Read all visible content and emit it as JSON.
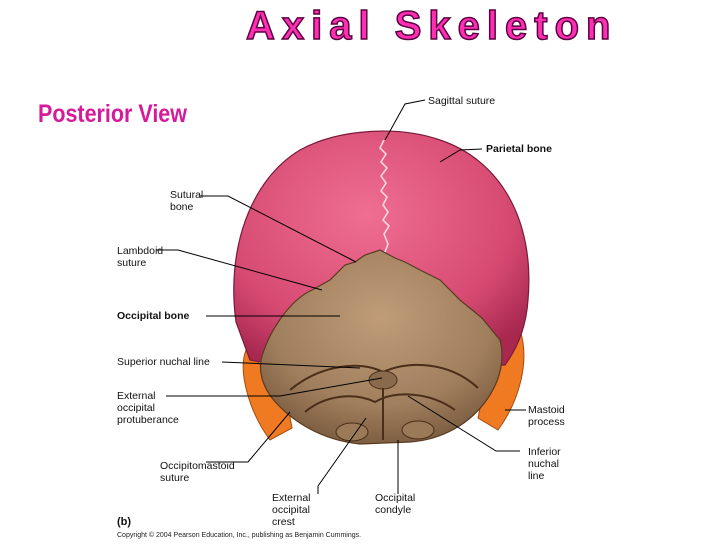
{
  "title": "Axial Skeleton",
  "subtitle": "Posterior View",
  "panel_letter": "(b)",
  "copyright": "Copyright © 2004 Pearson Education, Inc., publishing as Benjamin Cummings.",
  "colors": {
    "title": "#ff2fb4",
    "subtitle": "#d61a99",
    "parietal": "#d64a72",
    "occipital": "#a07f5e",
    "mastoid": "#f07a22"
  },
  "labels": {
    "sagittal_suture": "Sagittal suture",
    "parietal_bone": "Parietal bone",
    "sutural_bone": "Sutural\nbone",
    "lambdoid_suture": "Lambdoid\nsuture",
    "occipital_bone": "Occipital bone",
    "superior_nuchal_line": "Superior nuchal line",
    "external_occipital_protuberance": "External\noccipital\nprotuberance",
    "mastoid_process": "Mastoid\nprocess",
    "inferior_nuchal_line": "Inferior\nnuchal\nline",
    "occipitomastoid_suture": "Occipitomastoid\nsuture",
    "external_occipital_crest": "External\noccipital\ncrest",
    "occipital_condyle": "Occipital\ncondyle"
  }
}
